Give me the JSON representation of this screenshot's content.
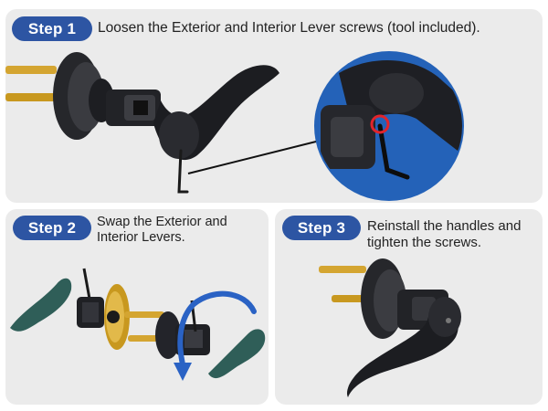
{
  "steps": [
    {
      "badge": "Step 1",
      "caption": "Loosen the Exterior and Interior Lever screws (tool included)."
    },
    {
      "badge": "Step 2",
      "caption": "Swap the Exterior and Interior Levers."
    },
    {
      "badge": "Step 3",
      "caption": "Reinstall the handles and tighten the screws."
    }
  ],
  "colors": {
    "badge": "#2d55a3",
    "panel": "#ebebeb",
    "lever_black": "#1c1d21",
    "lever_green": "#2f5e58",
    "brass": "#d4a531",
    "zoom_circle": "#2462b8",
    "highlight_ring": "#e0242b",
    "rotation_arrow": "#2a62c4"
  },
  "icons": [
    "lever-handle",
    "hex-key",
    "rotation-arrow",
    "zoom-callout"
  ]
}
